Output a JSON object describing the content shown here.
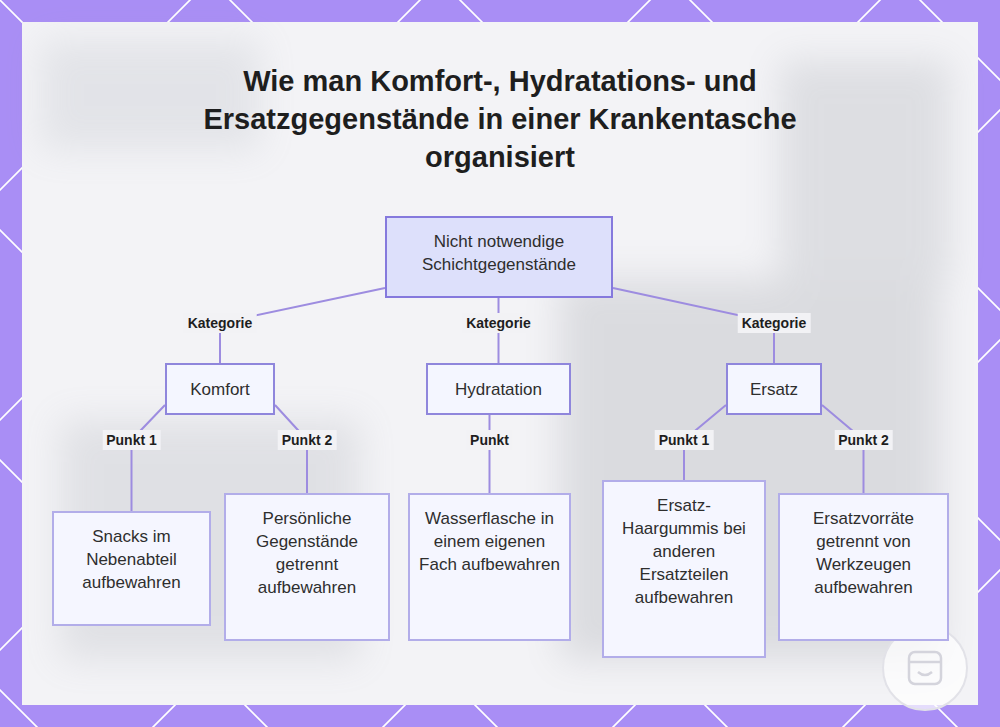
{
  "diagram": {
    "title": "Wie man Komfort-, Hydratations- und Ersatzgegenstände in einer Krankentasche organisiert",
    "nodes": [
      {
        "text": [
          "Nicht notwendige Schichtgegenstände"
        ]
      },
      {
        "text": [
          "Komfort"
        ]
      },
      {
        "text": [
          "Hydratation"
        ]
      },
      {
        "text": [
          "Ersatz"
        ]
      },
      {
        "text": [
          "Snacks im Nebenabteil aufbewahren"
        ]
      },
      {
        "text": [
          "Persönliche Gegenstände getrennt aufbewahren"
        ]
      },
      {
        "text": [
          "Wasserflasche in einem eigenen Fach aufbewahren"
        ]
      },
      {
        "text": [
          "Ersatz-Haargummis bei anderen Ersatzteilen aufbewahren"
        ]
      },
      {
        "text": [
          "Ersatzvorräte getrennt von Werkzeugen aufbewahren"
        ]
      }
    ],
    "edges": [
      {
        "from": 0,
        "to": 1,
        "label": "Kategorie",
        "arrow": "none"
      },
      {
        "from": 0,
        "to": 2,
        "label": "Kategorie",
        "arrow": "none"
      },
      {
        "from": 0,
        "to": 3,
        "label": "Kategorie",
        "arrow": "none"
      },
      {
        "from": 1,
        "to": 4,
        "label": "Punkt 1",
        "arrow": "none"
      },
      {
        "from": 1,
        "to": 5,
        "label": "Punkt 2",
        "arrow": "none"
      },
      {
        "from": 2,
        "to": 6,
        "label": "Punkt",
        "arrow": "none"
      },
      {
        "from": 3,
        "to": 7,
        "label": "Punkt 1",
        "arrow": "none"
      },
      {
        "from": 3,
        "to": 8,
        "label": "Punkt 2",
        "arrow": "none"
      }
    ]
  }
}
